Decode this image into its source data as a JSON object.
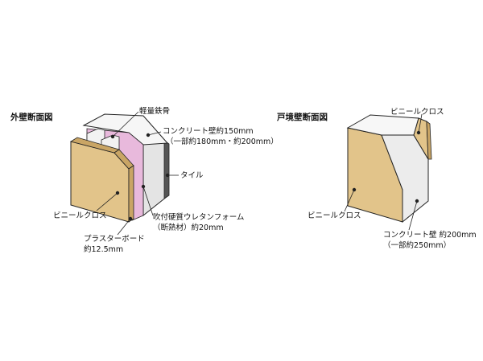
{
  "exterior": {
    "title": "外壁断面図",
    "labels": {
      "steel": "軽量鉄骨",
      "concrete_1": "コンクリート壁約150mm",
      "concrete_2": "（一部約180mm・約200mm）",
      "tile": "タイル",
      "urethane_1": "吹付硬質ウレタンフォーム",
      "urethane_2": "（断熱材）約20mm",
      "vinyl": "ビニールクロス",
      "plaster_1": "プラスターボード",
      "plaster_2": "約12.5mm"
    }
  },
  "boundary": {
    "title": "戸境壁断面図",
    "labels": {
      "vinyl_top": "ビニールクロス",
      "vinyl_left": "ビニールクロス",
      "concrete_1": "コンクリート壁 約200mm",
      "concrete_2": "（一部約250mm）"
    }
  },
  "colors": {
    "board": "#e2c48a",
    "board_edge": "#c9a565",
    "concrete_face": "#ececec",
    "concrete_top": "#f7f7f7",
    "urethane": "#e6b7db",
    "tile": "#5a5a5a",
    "line": "#222222"
  }
}
